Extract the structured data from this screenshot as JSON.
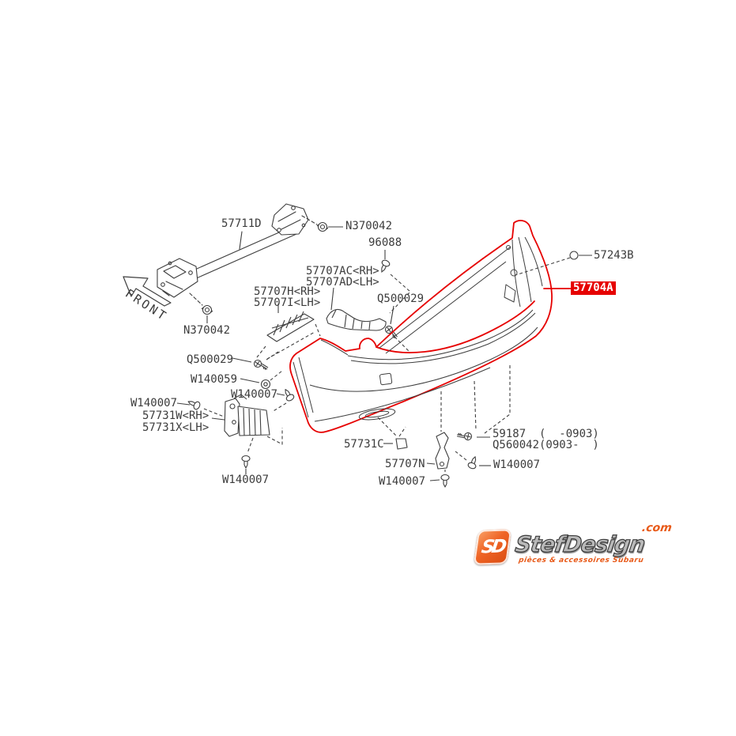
{
  "diagram": {
    "front_label": "FRONT",
    "line_color": "#3f3f3f",
    "highlight_color": "#e60000",
    "highlighted_part": "57704A",
    "labels": [
      {
        "text": "57711D"
      },
      {
        "text": "N370042"
      },
      {
        "text": "96088"
      },
      {
        "text": "57707AC<RH>"
      },
      {
        "text": "57707AD<LH>"
      },
      {
        "text": "57707H<RH>"
      },
      {
        "text": "57707I<LH>"
      },
      {
        "text": "Q500029"
      },
      {
        "text": "N370042"
      },
      {
        "text": "57243B"
      },
      {
        "text": "57704A"
      },
      {
        "text": "Q500029"
      },
      {
        "text": "W140059"
      },
      {
        "text": "W140007"
      },
      {
        "text": "W140007"
      },
      {
        "text": "57731W<RH>"
      },
      {
        "text": "57731X<LH>"
      },
      {
        "text": "W140007"
      },
      {
        "text": "57731C"
      },
      {
        "text": "59187  (  -0903)"
      },
      {
        "text": "Q560042(0903-  )"
      },
      {
        "text": "57707N"
      },
      {
        "text": "W140007"
      },
      {
        "text": "W140007"
      }
    ]
  },
  "logo": {
    "monogram": "SD",
    "brand": "StefDesign",
    "tld": ".com",
    "tagline": "pièces & accessoires Subaru",
    "orange": "#e85a19"
  }
}
